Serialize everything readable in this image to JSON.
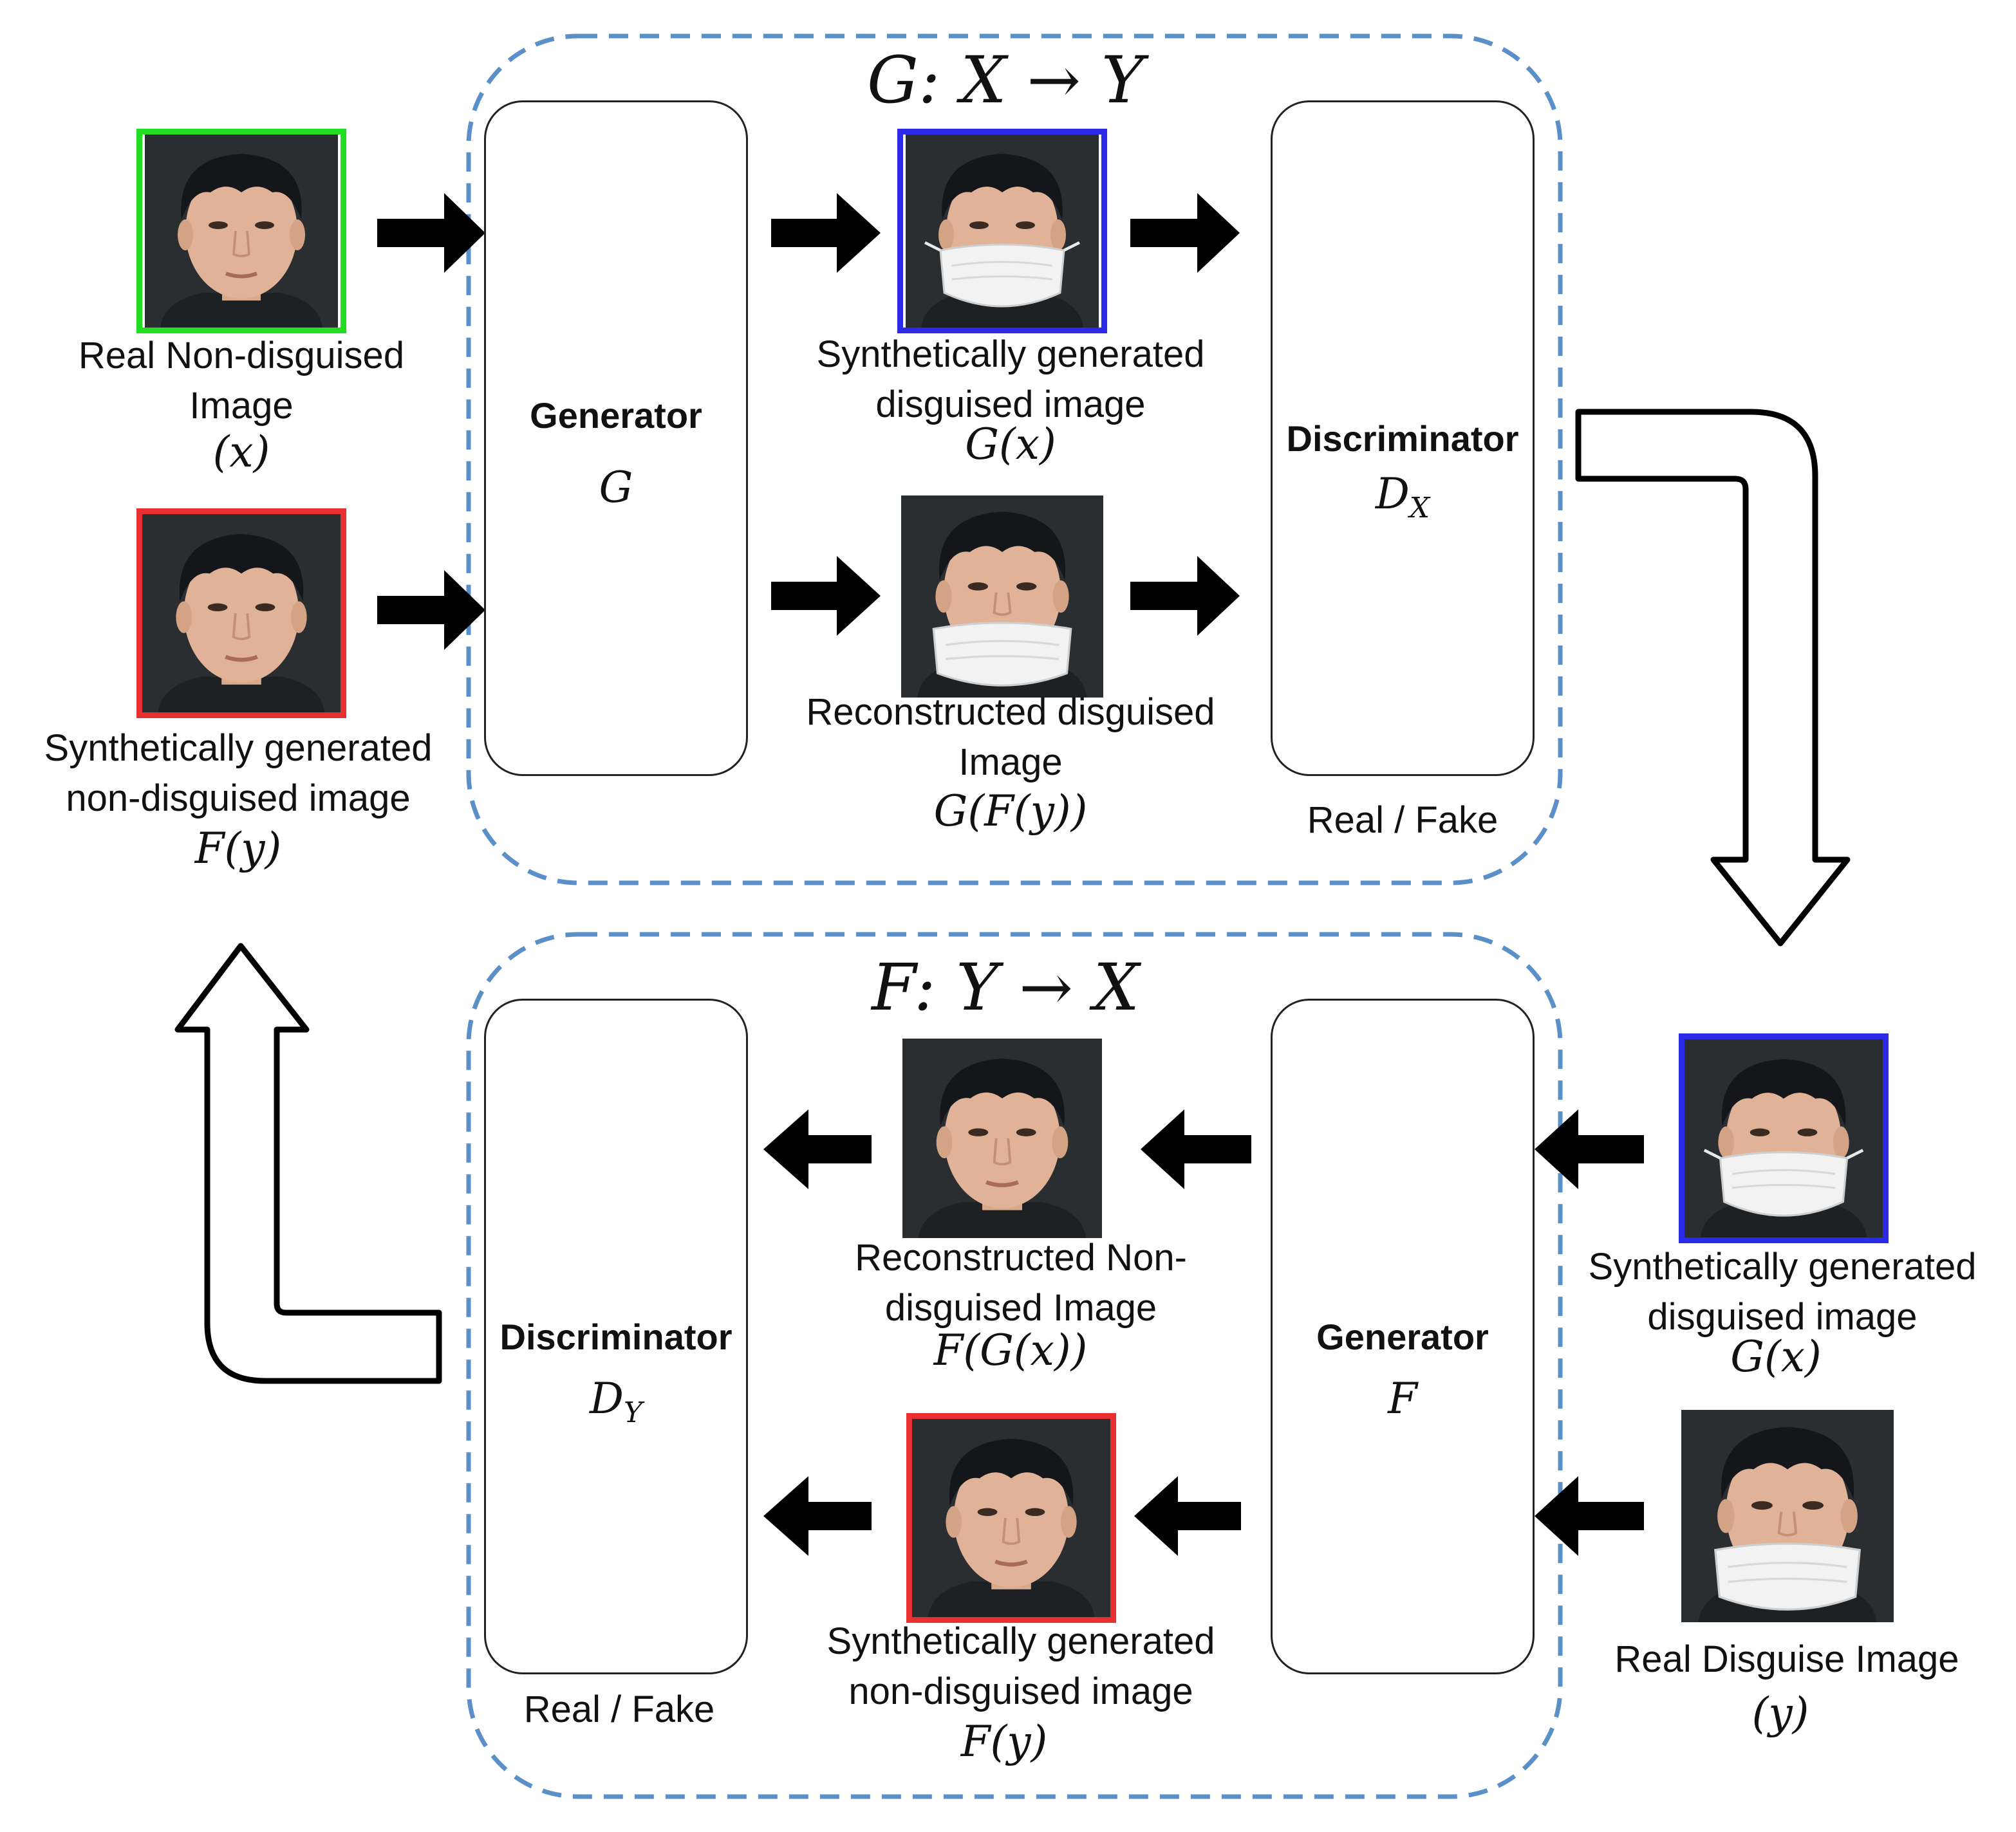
{
  "forward": {
    "title": "G: X → Y",
    "generator": {
      "label": "Generator",
      "symbol": "G"
    },
    "discriminator": {
      "label": "Discriminator",
      "symbol": "D_X",
      "symbol_main": "D",
      "symbol_sub": "X",
      "output": "Real / Fake"
    },
    "synthetic_disguised": {
      "line1": "Synthetically generated",
      "line2": "disguised image",
      "math": "G(x)"
    },
    "reconstructed_disguised": {
      "line1": "Reconstructed disguised",
      "line2": "Image",
      "math": "G(F(y))"
    }
  },
  "backward": {
    "title": "F: Y → X",
    "generator": {
      "label": "Generator",
      "symbol": "F"
    },
    "discriminator": {
      "label": "Discriminator",
      "symbol": "D_Y",
      "symbol_main": "D",
      "symbol_sub": "Y",
      "output": "Real / Fake"
    },
    "reconstructed_nondisguised": {
      "line1": "Reconstructed Non-",
      "line2": "disguised Image",
      "math": "F(G(x))"
    },
    "synthetic_nondisguised": {
      "line1": "Synthetically generated",
      "line2": "non-disguised image",
      "math": "F(y)"
    }
  },
  "inputs": {
    "real_nondisguised": {
      "line1": "Real Non-disguised",
      "line2": "Image",
      "math": "(x)"
    },
    "synthetic_nondisguised": {
      "line1": "Synthetically generated",
      "line2": "non-disguised image",
      "math": "F(y)"
    },
    "synthetic_disguised": {
      "line1": "Synthetically generated",
      "line2": "disguised image",
      "math": "G(x)"
    },
    "real_disguise": {
      "line1": "Real Disguise Image",
      "math": "(y)"
    }
  },
  "colors": {
    "dashed_border": "#5b8fc7",
    "real_frame": "#22dd22",
    "disguised_frame": "#2a2ae8",
    "nondisguised_frame": "#e83030"
  }
}
